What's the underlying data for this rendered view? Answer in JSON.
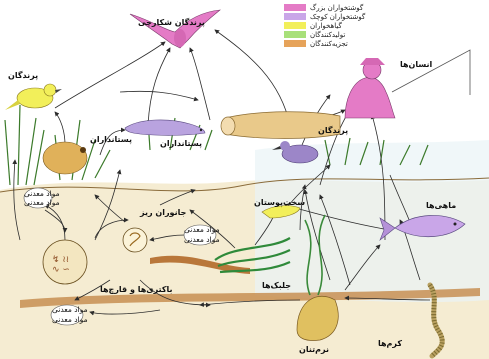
{
  "legend": [
    {
      "label": "گوشتخواران بزرگ",
      "color": "#e47bc6"
    },
    {
      "label": "گوشتخواران کوچک",
      "color": "#c9a6e8"
    },
    {
      "label": "گیاهخواران",
      "color": "#f2ef5a"
    },
    {
      "label": "تولیدکنندگان",
      "color": "#a8e07a"
    },
    {
      "label": "تجزیه‌کنندگان",
      "color": "#e6a35a"
    }
  ],
  "labels": {
    "raptors": "پرندگان شکارچی",
    "birds_left": "پرندگان",
    "humans": "انسان‌ها",
    "mammals_left": "پستانداران",
    "mammals_mid": "پستانداران",
    "birds_right": "پرندگان",
    "crustaceans": "سخت‌پوستان",
    "small_animals": "جانوران ریز",
    "minerals_a_1": "مواد معدنی",
    "minerals_a_2": "مواد معدنی",
    "minerals_b_1": "مواد معدنی",
    "minerals_b_2": "مواد معدنی",
    "minerals_c_1": "مواد معدنی",
    "minerals_c_2": "مواد معدنی",
    "fish": "ماهی‌ها",
    "algae": "جلبک‌ها",
    "bacteria_fungi": "باکتری‌ها و قارچ‌ها",
    "mollusks": "نرم‌تنان",
    "worms": "کرم‌ها"
  }
}
